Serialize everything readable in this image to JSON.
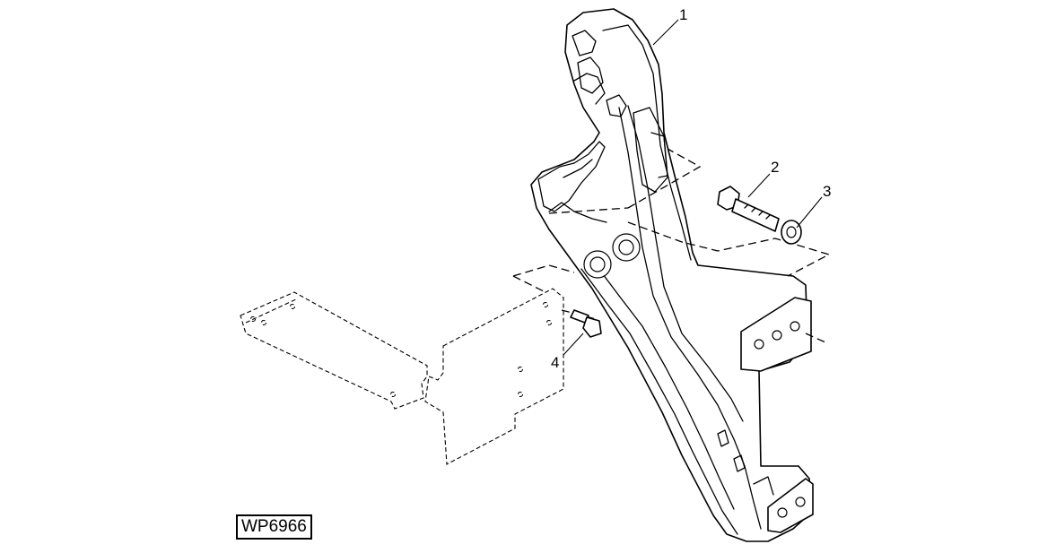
{
  "figure": {
    "reference_id": "WP6966",
    "callouts": [
      {
        "id": "1",
        "label": "1"
      },
      {
        "id": "2",
        "label": "2"
      },
      {
        "id": "3",
        "label": "3"
      },
      {
        "id": "4",
        "label": "4"
      }
    ]
  }
}
